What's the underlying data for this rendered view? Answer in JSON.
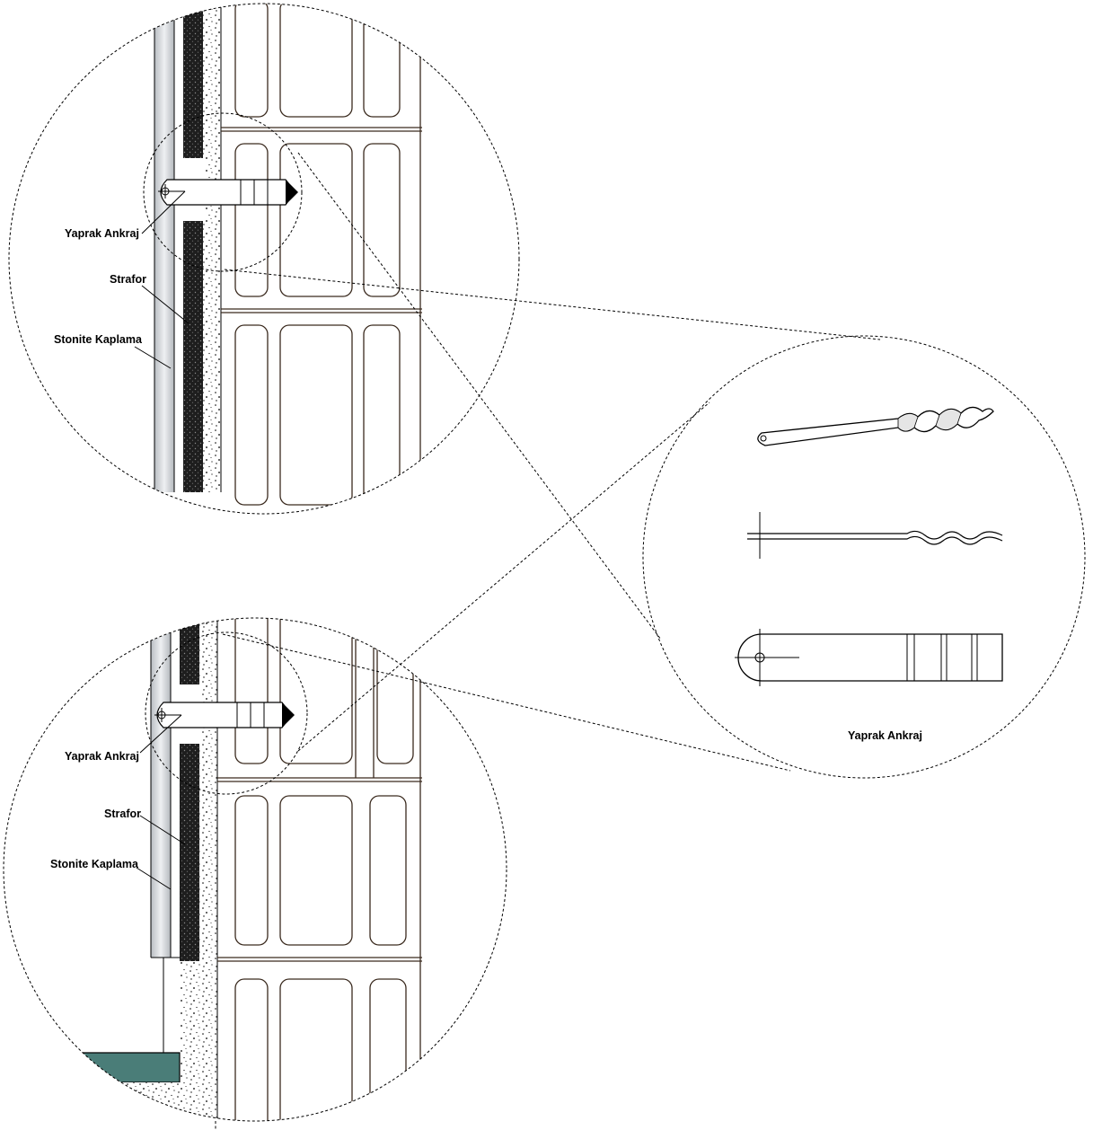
{
  "labels": {
    "top_anchor": "Yaprak Ankraj",
    "top_insulation": "Strafor",
    "top_cladding": "Stonite Kaplama",
    "bottom_anchor": "Yaprak Ankraj",
    "bottom_insulation": "Strafor",
    "bottom_cladding": "Stonite Kaplama",
    "detail_caption": "Yaprak Ankraj"
  },
  "colors": {
    "cladding": "#d9dcdf",
    "insulation": "#2a2a2a",
    "plaster": "#ffffff",
    "brick_line": "#3a2a1e",
    "slab": "#4a7d78",
    "line": "#000000"
  }
}
